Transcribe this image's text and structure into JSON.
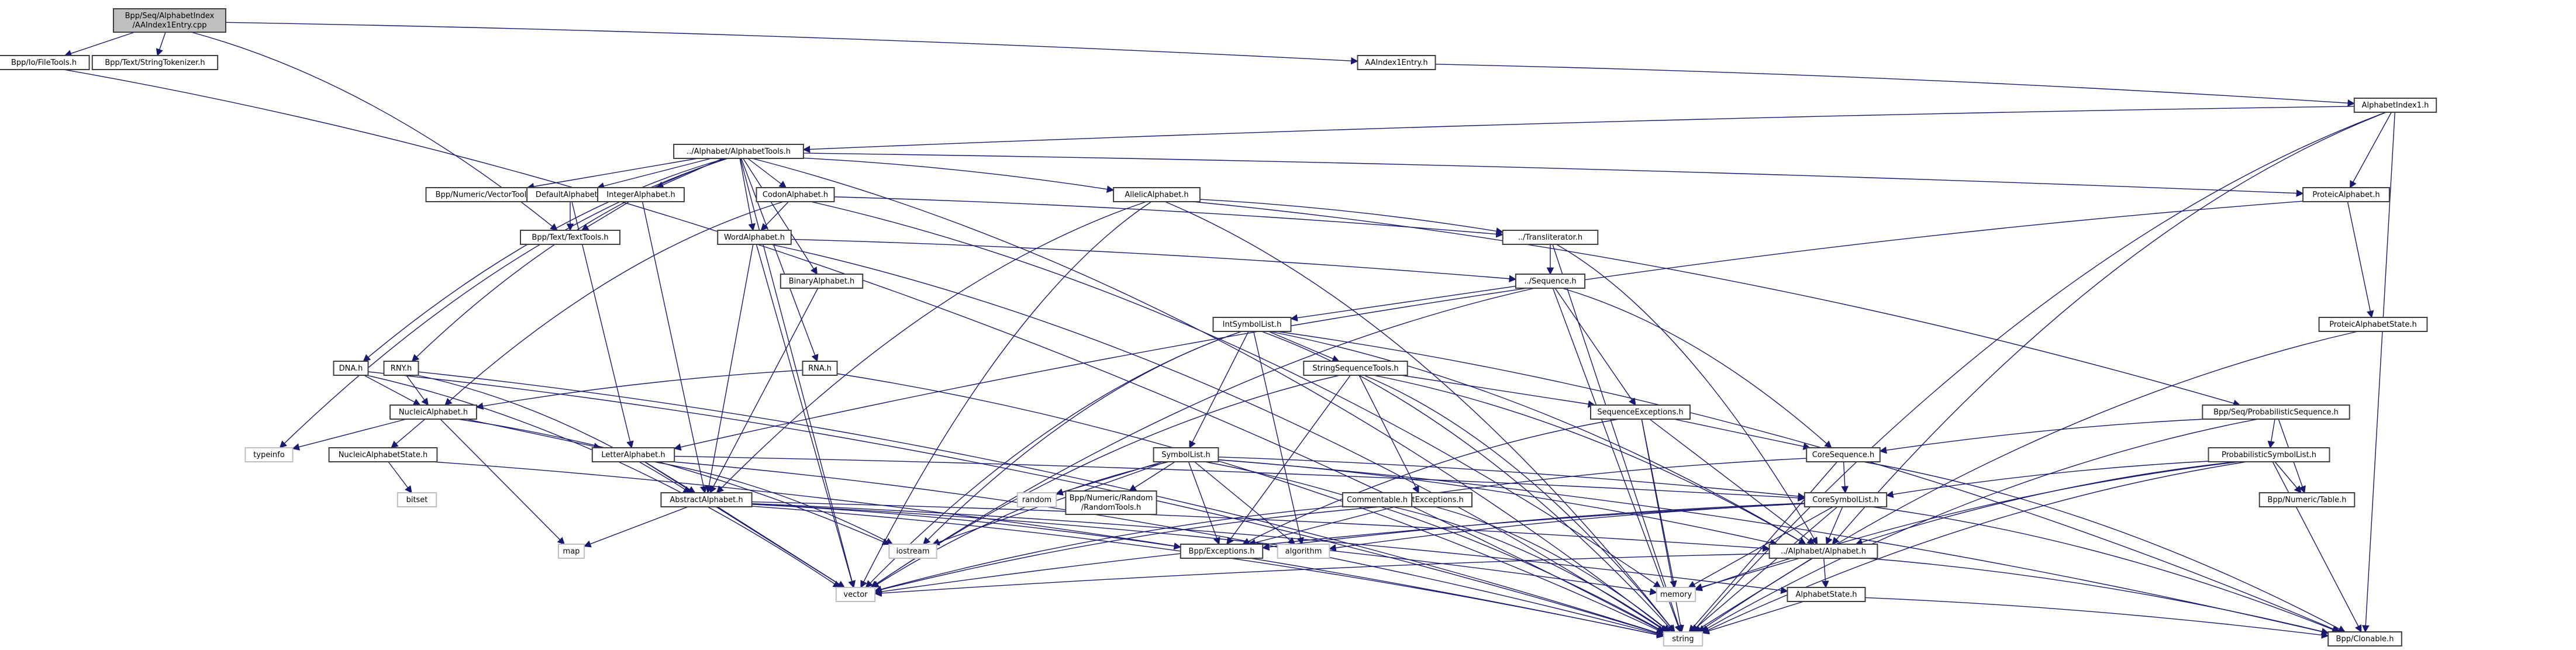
{
  "title": "Include dependency graph for AAIndex1Entry.cpp",
  "colors": {
    "edge": "#191970",
    "root_fill": "#bfbfbf",
    "node_border": "#404040",
    "system_border": "#bfbfbf"
  },
  "nodes": [
    {
      "id": "root",
      "label": "Bpp/Seq/AlphabetIndex\n/AAIndex1Entry.cpp",
      "kind": "root"
    },
    {
      "id": "filetools",
      "label": "Bpp/Io/FileTools.h",
      "kind": "header"
    },
    {
      "id": "strtok",
      "label": "Bpp/Text/StringTokenizer.h",
      "kind": "header"
    },
    {
      "id": "aaindex1entry",
      "label": "AAIndex1Entry.h",
      "kind": "header"
    },
    {
      "id": "alphabetindex1",
      "label": "AlphabetIndex1.h",
      "kind": "header"
    },
    {
      "id": "alphabettools",
      "label": "../Alphabet/AlphabetTools.h",
      "kind": "header"
    },
    {
      "id": "vectortools",
      "label": "Bpp/Numeric/VectorTools.h",
      "kind": "header"
    },
    {
      "id": "defaultalphabet",
      "label": "DefaultAlphabet.h",
      "kind": "header"
    },
    {
      "id": "integeralphabet",
      "label": "IntegerAlphabet.h",
      "kind": "header"
    },
    {
      "id": "codonalphabet",
      "label": "CodonAlphabet.h",
      "kind": "header"
    },
    {
      "id": "allelicalphabet",
      "label": "AllelicAlphabet.h",
      "kind": "header"
    },
    {
      "id": "proteicalphabet",
      "label": "ProteicAlphabet.h",
      "kind": "header"
    },
    {
      "id": "texttools",
      "label": "Bpp/Text/TextTools.h",
      "kind": "header"
    },
    {
      "id": "wordalphabet",
      "label": "WordAlphabet.h",
      "kind": "header"
    },
    {
      "id": "transliterator",
      "label": "../Transliterator.h",
      "kind": "header"
    },
    {
      "id": "sequence",
      "label": "../Sequence.h",
      "kind": "header"
    },
    {
      "id": "binaryalphabet",
      "label": "BinaryAlphabet.h",
      "kind": "header"
    },
    {
      "id": "proteicalphabetstate",
      "label": "ProteicAlphabetState.h",
      "kind": "header"
    },
    {
      "id": "intsymbollist",
      "label": "IntSymbolList.h",
      "kind": "header"
    },
    {
      "id": "dna",
      "label": "DNA.h",
      "kind": "header"
    },
    {
      "id": "rny",
      "label": "RNY.h",
      "kind": "header"
    },
    {
      "id": "rna",
      "label": "RNA.h",
      "kind": "header"
    },
    {
      "id": "stringsequencetools",
      "label": "StringSequenceTools.h",
      "kind": "header"
    },
    {
      "id": "nucleicalphabet",
      "label": "NucleicAlphabet.h",
      "kind": "header"
    },
    {
      "id": "sequenceexceptions",
      "label": "SequenceExceptions.h",
      "kind": "header"
    },
    {
      "id": "probseq",
      "label": "Bpp/Seq/ProbabilisticSequence.h",
      "kind": "header"
    },
    {
      "id": "typeinfo",
      "label": "typeinfo",
      "kind": "system"
    },
    {
      "id": "nucleicalphabetstate",
      "label": "NucleicAlphabetState.h",
      "kind": "header"
    },
    {
      "id": "letteralphabet",
      "label": "LetterAlphabet.h",
      "kind": "header"
    },
    {
      "id": "symbollist",
      "label": "SymbolList.h",
      "kind": "header"
    },
    {
      "id": "coresequence",
      "label": "CoreSequence.h",
      "kind": "header"
    },
    {
      "id": "probsymbollist",
      "label": "ProbabilisticSymbolList.h",
      "kind": "header"
    },
    {
      "id": "bitset",
      "label": "bitset",
      "kind": "system"
    },
    {
      "id": "random",
      "label": "random",
      "kind": "system"
    },
    {
      "id": "randomtools",
      "label": "Bpp/Numeric/Random\n/RandomTools.h",
      "kind": "header"
    },
    {
      "id": "alphabetexceptions",
      "label": "AlphabetExceptions.h",
      "kind": "header"
    },
    {
      "id": "commentable",
      "label": "Commentable.h",
      "kind": "header"
    },
    {
      "id": "coresymbollist",
      "label": "CoreSymbolList.h",
      "kind": "header"
    },
    {
      "id": "table",
      "label": "Bpp/Numeric/Table.h",
      "kind": "header"
    },
    {
      "id": "abstractalphabet",
      "label": "AbstractAlphabet.h",
      "kind": "header"
    },
    {
      "id": "map",
      "label": "map",
      "kind": "system"
    },
    {
      "id": "iostream",
      "label": "iostream",
      "kind": "system"
    },
    {
      "id": "exceptions",
      "label": "Bpp/Exceptions.h",
      "kind": "header"
    },
    {
      "id": "algorithm",
      "label": "algorithm",
      "kind": "system"
    },
    {
      "id": "alphabet",
      "label": "../Alphabet/Alphabet.h",
      "kind": "header"
    },
    {
      "id": "vector",
      "label": "vector",
      "kind": "system"
    },
    {
      "id": "memory",
      "label": "memory",
      "kind": "system"
    },
    {
      "id": "alphabetstate",
      "label": "AlphabetState.h",
      "kind": "header"
    },
    {
      "id": "string",
      "label": "string",
      "kind": "system"
    },
    {
      "id": "clonable",
      "label": "Bpp/Clonable.h",
      "kind": "header"
    }
  ],
  "edges": [
    [
      "root",
      "filetools"
    ],
    [
      "root",
      "strtok"
    ],
    [
      "root",
      "aaindex1entry"
    ],
    [
      "root",
      "texttools"
    ],
    [
      "aaindex1entry",
      "alphabetindex1"
    ],
    [
      "alphabetindex1",
      "alphabettools"
    ],
    [
      "alphabetindex1",
      "proteicalphabet"
    ],
    [
      "alphabetindex1",
      "alphabet"
    ],
    [
      "alphabetindex1",
      "string"
    ],
    [
      "alphabetindex1",
      "clonable"
    ],
    [
      "alphabettools",
      "dna"
    ],
    [
      "alphabettools",
      "rny"
    ],
    [
      "alphabettools",
      "vectortools"
    ],
    [
      "alphabettools",
      "defaultalphabet"
    ],
    [
      "alphabettools",
      "integeralphabet"
    ],
    [
      "alphabettools",
      "codonalphabet"
    ],
    [
      "alphabettools",
      "wordalphabet"
    ],
    [
      "alphabettools",
      "binaryalphabet"
    ],
    [
      "alphabettools",
      "rna"
    ],
    [
      "alphabettools",
      "allelicalphabet"
    ],
    [
      "alphabettools",
      "proteicalphabet"
    ],
    [
      "alphabettools",
      "typeinfo"
    ],
    [
      "alphabettools",
      "vector"
    ],
    [
      "alphabettools",
      "string"
    ],
    [
      "defaultalphabet",
      "texttools"
    ],
    [
      "defaultalphabet",
      "letteralphabet"
    ],
    [
      "integeralphabet",
      "texttools"
    ],
    [
      "integeralphabet",
      "abstractalphabet"
    ],
    [
      "codonalphabet",
      "wordalphabet"
    ],
    [
      "codonalphabet",
      "nucleicalphabet"
    ],
    [
      "codonalphabet",
      "memory"
    ],
    [
      "codonalphabet",
      "transliterator"
    ],
    [
      "allelicalphabet",
      "abstractalphabet"
    ],
    [
      "allelicalphabet",
      "transliterator"
    ],
    [
      "allelicalphabet",
      "probseq"
    ],
    [
      "allelicalphabet",
      "string"
    ],
    [
      "allelicalphabet",
      "vector"
    ],
    [
      "proteicalphabet",
      "letteralphabet"
    ],
    [
      "proteicalphabet",
      "proteicalphabetstate"
    ],
    [
      "proteicalphabetstate",
      "string"
    ],
    [
      "wordalphabet",
      "abstractalphabet"
    ],
    [
      "wordalphabet",
      "sequence"
    ],
    [
      "wordalphabet",
      "string"
    ],
    [
      "wordalphabet",
      "vector"
    ],
    [
      "binaryalphabet",
      "abstractalphabet"
    ],
    [
      "transliterator",
      "sequence"
    ],
    [
      "transliterator",
      "alphabet"
    ],
    [
      "transliterator",
      "string"
    ],
    [
      "sequence",
      "intsymbollist"
    ],
    [
      "sequence",
      "sequenceexceptions"
    ],
    [
      "sequence",
      "coresequence"
    ],
    [
      "sequence",
      "vector"
    ],
    [
      "sequence",
      "string"
    ],
    [
      "intsymbollist",
      "stringsequencetools"
    ],
    [
      "intsymbollist",
      "symbollist"
    ],
    [
      "intsymbollist",
      "vector"
    ],
    [
      "intsymbollist",
      "iostream"
    ],
    [
      "intsymbollist",
      "algorithm"
    ],
    [
      "intsymbollist",
      "string"
    ],
    [
      "intsymbollist",
      "alphabet"
    ],
    [
      "intsymbollist",
      "clonable"
    ],
    [
      "dna",
      "nucleicalphabet"
    ],
    [
      "dna",
      "string"
    ],
    [
      "dna",
      "vector"
    ],
    [
      "rny",
      "nucleicalphabet"
    ],
    [
      "rny",
      "abstractalphabet"
    ],
    [
      "rny",
      "string"
    ],
    [
      "rna",
      "nucleicalphabet"
    ],
    [
      "rna",
      "string"
    ],
    [
      "stringsequencetools",
      "sequenceexceptions"
    ],
    [
      "stringsequencetools",
      "alphabetexceptions"
    ],
    [
      "stringsequencetools",
      "exceptions"
    ],
    [
      "stringsequencetools",
      "vector"
    ],
    [
      "stringsequencetools",
      "string"
    ],
    [
      "stringsequencetools",
      "alphabet"
    ],
    [
      "nucleicalphabet",
      "letteralphabet"
    ],
    [
      "nucleicalphabet",
      "nucleicalphabetstate"
    ],
    [
      "nucleicalphabet",
      "typeinfo"
    ],
    [
      "nucleicalphabet",
      "map"
    ],
    [
      "nucleicalphabet",
      "iostream"
    ],
    [
      "nucleicalphabetstate",
      "bitset"
    ],
    [
      "nucleicalphabetstate",
      "string"
    ],
    [
      "sequenceexceptions",
      "coresequence"
    ],
    [
      "sequenceexceptions",
      "exceptions"
    ],
    [
      "sequenceexceptions",
      "alphabet"
    ],
    [
      "sequenceexceptions",
      "string"
    ],
    [
      "sequenceexceptions",
      "memory"
    ],
    [
      "probseq",
      "coresequence"
    ],
    [
      "probseq",
      "probsymbollist"
    ],
    [
      "probseq",
      "table"
    ],
    [
      "probseq",
      "string"
    ],
    [
      "letteralphabet",
      "abstractalphabet"
    ],
    [
      "letteralphabet",
      "iostream"
    ],
    [
      "letteralphabet",
      "vector"
    ],
    [
      "letteralphabet",
      "string"
    ],
    [
      "letteralphabet",
      "coresymbollist"
    ],
    [
      "symbollist",
      "coresymbollist"
    ],
    [
      "symbollist",
      "randomtools"
    ],
    [
      "symbollist",
      "random"
    ],
    [
      "symbollist",
      "exceptions"
    ],
    [
      "symbollist",
      "algorithm"
    ],
    [
      "symbollist",
      "iostream"
    ],
    [
      "symbollist",
      "vector"
    ],
    [
      "symbollist",
      "string"
    ],
    [
      "symbollist",
      "alphabet"
    ],
    [
      "symbollist",
      "clonable"
    ],
    [
      "coresequence",
      "coresymbollist"
    ],
    [
      "coresequence",
      "commentable"
    ],
    [
      "coresequence",
      "string"
    ],
    [
      "coresequence",
      "clonable"
    ],
    [
      "probsymbollist",
      "coresymbollist"
    ],
    [
      "probsymbollist",
      "table"
    ],
    [
      "probsymbollist",
      "alphabet"
    ],
    [
      "probsymbollist",
      "string"
    ],
    [
      "probsymbollist",
      "clonable"
    ],
    [
      "probsymbollist",
      "memory"
    ],
    [
      "alphabetexceptions",
      "exceptions"
    ],
    [
      "alphabetexceptions",
      "vector"
    ],
    [
      "alphabetexceptions",
      "string"
    ],
    [
      "commentable",
      "vector"
    ],
    [
      "commentable",
      "string"
    ],
    [
      "coresymbollist",
      "alphabet"
    ],
    [
      "coresymbollist",
      "exceptions"
    ],
    [
      "coresymbollist",
      "algorithm"
    ],
    [
      "coresymbollist",
      "vector"
    ],
    [
      "coresymbollist",
      "string"
    ],
    [
      "coresymbollist",
      "clonable"
    ],
    [
      "coresymbollist",
      "memory"
    ],
    [
      "abstractalphabet",
      "alphabet"
    ],
    [
      "abstractalphabet",
      "alphabetstate"
    ],
    [
      "abstractalphabet",
      "exceptions"
    ],
    [
      "abstractalphabet",
      "map"
    ],
    [
      "abstractalphabet",
      "vector"
    ],
    [
      "abstractalphabet",
      "string"
    ],
    [
      "abstractalphabet",
      "memory"
    ],
    [
      "alphabet",
      "alphabetstate"
    ],
    [
      "alphabet",
      "vector"
    ],
    [
      "alphabet",
      "string"
    ],
    [
      "alphabet",
      "memory"
    ],
    [
      "alphabet",
      "clonable"
    ],
    [
      "alphabetstate",
      "string"
    ],
    [
      "alphabetstate",
      "clonable"
    ],
    [
      "filetools",
      "string"
    ]
  ]
}
